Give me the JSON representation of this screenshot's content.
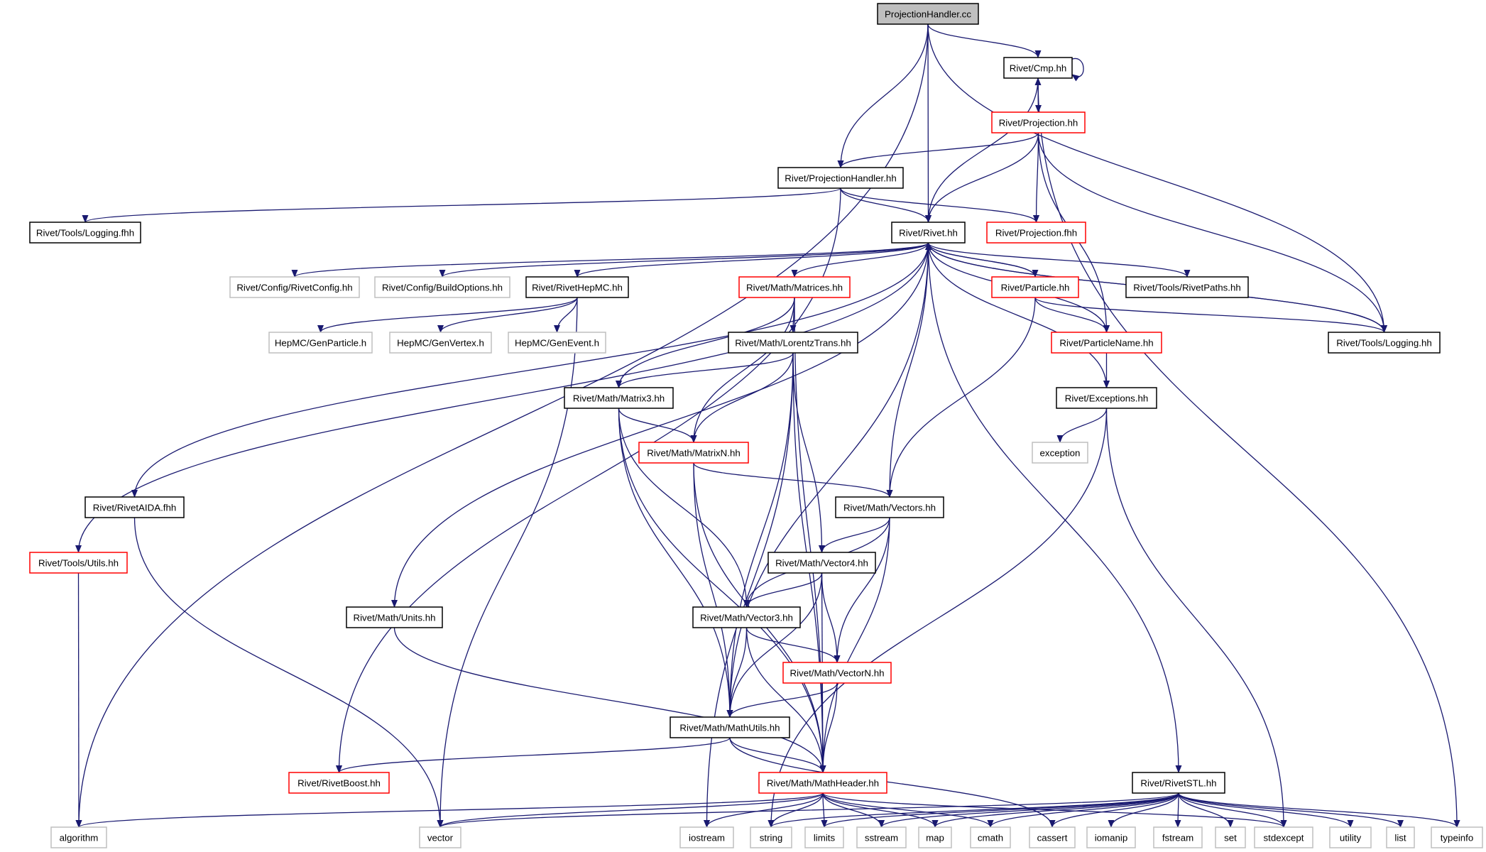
{
  "graph": {
    "colors": {
      "root_fill": "#bfbfbf",
      "edge": "#191970",
      "border_normal": "#000000",
      "border_truncated": "#ff0000",
      "border_external": "#bfbfbf",
      "text": "#000000"
    },
    "nodes": [
      {
        "id": "projectionhandler-cc",
        "label": "ProjectionHandler.cc",
        "kind": "root"
      },
      {
        "id": "rivet-cmp-hh",
        "label": "Rivet/Cmp.hh",
        "kind": "normal"
      },
      {
        "id": "rivet-projection-hh",
        "label": "Rivet/Projection.hh",
        "kind": "truncated"
      },
      {
        "id": "rivet-projectionhandler-hh",
        "label": "Rivet/ProjectionHandler.hh",
        "kind": "normal"
      },
      {
        "id": "rivet-tools-logging-fhh",
        "label": "Rivet/Tools/Logging.fhh",
        "kind": "normal"
      },
      {
        "id": "rivet-rivet-hh",
        "label": "Rivet/Rivet.hh",
        "kind": "normal"
      },
      {
        "id": "rivet-projection-fhh",
        "label": "Rivet/Projection.fhh",
        "kind": "truncated"
      },
      {
        "id": "rivet-config-rivetconfig-hh",
        "label": "Rivet/Config/RivetConfig.hh",
        "kind": "external"
      },
      {
        "id": "rivet-config-buildoptions-hh",
        "label": "Rivet/Config/BuildOptions.hh",
        "kind": "external"
      },
      {
        "id": "rivet-rivethepmc-hh",
        "label": "Rivet/RivetHepMC.hh",
        "kind": "normal"
      },
      {
        "id": "rivet-math-matrices-hh",
        "label": "Rivet/Math/Matrices.hh",
        "kind": "truncated"
      },
      {
        "id": "rivet-particle-hh",
        "label": "Rivet/Particle.hh",
        "kind": "truncated"
      },
      {
        "id": "rivet-tools-rivetpaths-hh",
        "label": "Rivet/Tools/RivetPaths.hh",
        "kind": "normal"
      },
      {
        "id": "rivet-tools-logging-hh",
        "label": "Rivet/Tools/Logging.hh",
        "kind": "normal"
      },
      {
        "id": "hepmc-genparticle-h",
        "label": "HepMC/GenParticle.h",
        "kind": "external"
      },
      {
        "id": "hepmc-genvertex-h",
        "label": "HepMC/GenVertex.h",
        "kind": "external"
      },
      {
        "id": "hepmc-genevent-h",
        "label": "HepMC/GenEvent.h",
        "kind": "external"
      },
      {
        "id": "rivet-math-lorentztrans-hh",
        "label": "Rivet/Math/LorentzTrans.hh",
        "kind": "normal"
      },
      {
        "id": "rivet-particlename-hh",
        "label": "Rivet/ParticleName.hh",
        "kind": "truncated"
      },
      {
        "id": "rivet-math-matrix3-hh",
        "label": "Rivet/Math/Matrix3.hh",
        "kind": "normal"
      },
      {
        "id": "rivet-exceptions-hh",
        "label": "Rivet/Exceptions.hh",
        "kind": "normal"
      },
      {
        "id": "rivet-math-matrixn-hh",
        "label": "Rivet/Math/MatrixN.hh",
        "kind": "truncated"
      },
      {
        "id": "exception",
        "label": "exception",
        "kind": "external"
      },
      {
        "id": "rivet-rivetaida-fhh",
        "label": "Rivet/RivetAIDA.fhh",
        "kind": "normal"
      },
      {
        "id": "rivet-math-vectors-hh",
        "label": "Rivet/Math/Vectors.hh",
        "kind": "normal"
      },
      {
        "id": "rivet-tools-utils-hh",
        "label": "Rivet/Tools/Utils.hh",
        "kind": "truncated"
      },
      {
        "id": "rivet-math-vector4-hh",
        "label": "Rivet/Math/Vector4.hh",
        "kind": "normal"
      },
      {
        "id": "rivet-math-units-hh",
        "label": "Rivet/Math/Units.hh",
        "kind": "normal"
      },
      {
        "id": "rivet-math-vector3-hh",
        "label": "Rivet/Math/Vector3.hh",
        "kind": "normal"
      },
      {
        "id": "rivet-math-vectorn-hh",
        "label": "Rivet/Math/VectorN.hh",
        "kind": "truncated"
      },
      {
        "id": "rivet-math-mathutils-hh",
        "label": "Rivet/Math/MathUtils.hh",
        "kind": "normal"
      },
      {
        "id": "rivet-rivetboost-hh",
        "label": "Rivet/RivetBoost.hh",
        "kind": "truncated"
      },
      {
        "id": "rivet-math-mathheader-hh",
        "label": "Rivet/Math/MathHeader.hh",
        "kind": "truncated"
      },
      {
        "id": "rivet-rivetstl-hh",
        "label": "Rivet/RivetSTL.hh",
        "kind": "normal"
      },
      {
        "id": "algorithm",
        "label": "algorithm",
        "kind": "external"
      },
      {
        "id": "vector",
        "label": "vector",
        "kind": "external"
      },
      {
        "id": "iostream",
        "label": "iostream",
        "kind": "external"
      },
      {
        "id": "string",
        "label": "string",
        "kind": "external"
      },
      {
        "id": "limits",
        "label": "limits",
        "kind": "external"
      },
      {
        "id": "sstream",
        "label": "sstream",
        "kind": "external"
      },
      {
        "id": "map",
        "label": "map",
        "kind": "external"
      },
      {
        "id": "cmath",
        "label": "cmath",
        "kind": "external"
      },
      {
        "id": "cassert",
        "label": "cassert",
        "kind": "external"
      },
      {
        "id": "iomanip",
        "label": "iomanip",
        "kind": "external"
      },
      {
        "id": "fstream",
        "label": "fstream",
        "kind": "external"
      },
      {
        "id": "set",
        "label": "set",
        "kind": "external"
      },
      {
        "id": "stdexcept",
        "label": "stdexcept",
        "kind": "external"
      },
      {
        "id": "utility",
        "label": "utility",
        "kind": "external"
      },
      {
        "id": "list",
        "label": "list",
        "kind": "external"
      },
      {
        "id": "typeinfo",
        "label": "typeinfo",
        "kind": "external"
      }
    ],
    "edges": [
      [
        "projectionhandler-cc",
        "algorithm"
      ],
      [
        "projectionhandler-cc",
        "rivet-cmp-hh"
      ],
      [
        "projectionhandler-cc",
        "rivet-projectionhandler-hh"
      ],
      [
        "projectionhandler-cc",
        "rivet-rivet-hh"
      ],
      [
        "projectionhandler-cc",
        "rivet-tools-logging-hh"
      ],
      [
        "rivet-cmp-hh",
        "rivet-cmp-hh"
      ],
      [
        "rivet-cmp-hh",
        "rivet-projection-hh"
      ],
      [
        "rivet-cmp-hh",
        "rivet-rivet-hh"
      ],
      [
        "rivet-cmp-hh",
        "typeinfo"
      ],
      [
        "rivet-projection-hh",
        "rivet-cmp-hh"
      ],
      [
        "rivet-projection-hh",
        "rivet-projectionhandler-hh"
      ],
      [
        "rivet-projection-hh",
        "rivet-rivet-hh"
      ],
      [
        "rivet-projection-hh",
        "rivet-projection-fhh"
      ],
      [
        "rivet-projection-hh",
        "rivet-particlename-hh"
      ],
      [
        "rivet-projection-hh",
        "rivet-tools-logging-hh"
      ],
      [
        "rivet-projectionhandler-hh",
        "rivet-tools-logging-fhh"
      ],
      [
        "rivet-projectionhandler-hh",
        "rivet-rivet-hh"
      ],
      [
        "rivet-projectionhandler-hh",
        "rivet-projection-fhh"
      ],
      [
        "rivet-projectionhandler-hh",
        "rivet-rivetboost-hh"
      ],
      [
        "rivet-rivet-hh",
        "rivet-config-rivetconfig-hh"
      ],
      [
        "rivet-rivet-hh",
        "rivet-config-buildoptions-hh"
      ],
      [
        "rivet-rivet-hh",
        "rivet-rivethepmc-hh"
      ],
      [
        "rivet-rivet-hh",
        "rivet-math-matrices-hh"
      ],
      [
        "rivet-rivet-hh",
        "rivet-particle-hh"
      ],
      [
        "rivet-rivet-hh",
        "rivet-tools-rivetpaths-hh"
      ],
      [
        "rivet-rivet-hh",
        "rivet-tools-logging-hh"
      ],
      [
        "rivet-rivet-hh",
        "rivet-particlename-hh"
      ],
      [
        "rivet-rivet-hh",
        "rivet-exceptions-hh"
      ],
      [
        "rivet-rivet-hh",
        "rivet-rivetaida-fhh"
      ],
      [
        "rivet-rivet-hh",
        "rivet-tools-utils-hh"
      ],
      [
        "rivet-rivet-hh",
        "rivet-math-units-hh"
      ],
      [
        "rivet-rivet-hh",
        "rivet-math-vectors-hh"
      ],
      [
        "rivet-rivet-hh",
        "rivet-math-mathutils-hh"
      ],
      [
        "rivet-rivet-hh",
        "rivet-rivetstl-hh"
      ],
      [
        "rivet-rivethepmc-hh",
        "hepmc-genparticle-h"
      ],
      [
        "rivet-rivethepmc-hh",
        "hepmc-genvertex-h"
      ],
      [
        "rivet-rivethepmc-hh",
        "hepmc-genevent-h"
      ],
      [
        "rivet-rivethepmc-hh",
        "vector"
      ],
      [
        "rivet-math-matrices-hh",
        "rivet-math-lorentztrans-hh"
      ],
      [
        "rivet-math-matrices-hh",
        "rivet-math-matrix3-hh"
      ],
      [
        "rivet-math-matrices-hh",
        "rivet-math-matrixn-hh"
      ],
      [
        "rivet-math-matrices-hh",
        "rivet-math-mathheader-hh"
      ],
      [
        "rivet-particle-hh",
        "rivet-rivet-hh"
      ],
      [
        "rivet-particle-hh",
        "rivet-particlename-hh"
      ],
      [
        "rivet-particle-hh",
        "rivet-tools-logging-hh"
      ],
      [
        "rivet-particle-hh",
        "rivet-math-vectors-hh"
      ],
      [
        "rivet-tools-logging-hh",
        "rivet-rivet-hh"
      ],
      [
        "rivet-particlename-hh",
        "rivet-exceptions-hh"
      ],
      [
        "rivet-exceptions-hh",
        "exception"
      ],
      [
        "rivet-exceptions-hh",
        "stdexcept"
      ],
      [
        "rivet-exceptions-hh",
        "string"
      ],
      [
        "rivet-math-lorentztrans-hh",
        "rivet-math-matrix3-hh"
      ],
      [
        "rivet-math-lorentztrans-hh",
        "rivet-math-matrixn-hh"
      ],
      [
        "rivet-math-lorentztrans-hh",
        "rivet-math-vector4-hh"
      ],
      [
        "rivet-math-lorentztrans-hh",
        "rivet-math-mathutils-hh"
      ],
      [
        "rivet-math-lorentztrans-hh",
        "rivet-math-mathheader-hh"
      ],
      [
        "rivet-math-lorentztrans-hh",
        "iostream"
      ],
      [
        "rivet-math-matrix3-hh",
        "rivet-math-matrixn-hh"
      ],
      [
        "rivet-math-matrix3-hh",
        "rivet-math-vector3-hh"
      ],
      [
        "rivet-math-matrix3-hh",
        "rivet-math-mathutils-hh"
      ],
      [
        "rivet-math-matrix3-hh",
        "rivet-math-mathheader-hh"
      ],
      [
        "rivet-math-matrixn-hh",
        "rivet-math-vectors-hh"
      ],
      [
        "rivet-math-matrixn-hh",
        "rivet-math-mathutils-hh"
      ],
      [
        "rivet-math-matrixn-hh",
        "rivet-math-mathheader-hh"
      ],
      [
        "rivet-rivetaida-fhh",
        "vector"
      ],
      [
        "rivet-math-vectors-hh",
        "rivet-math-vector4-hh"
      ],
      [
        "rivet-math-vectors-hh",
        "rivet-math-vector3-hh"
      ],
      [
        "rivet-math-vectors-hh",
        "rivet-math-vectorn-hh"
      ],
      [
        "rivet-math-vectors-hh",
        "rivet-math-mathheader-hh"
      ],
      [
        "rivet-tools-utils-hh",
        "algorithm"
      ],
      [
        "rivet-math-vector4-hh",
        "rivet-math-vector3-hh"
      ],
      [
        "rivet-math-vector4-hh",
        "rivet-math-vectorn-hh"
      ],
      [
        "rivet-math-vector4-hh",
        "rivet-math-mathutils-hh"
      ],
      [
        "rivet-math-vector4-hh",
        "rivet-math-mathheader-hh"
      ],
      [
        "rivet-math-units-hh",
        "rivet-math-mathheader-hh"
      ],
      [
        "rivet-math-vector3-hh",
        "rivet-math-vectorn-hh"
      ],
      [
        "rivet-math-vector3-hh",
        "rivet-math-mathutils-hh"
      ],
      [
        "rivet-math-vector3-hh",
        "rivet-math-mathheader-hh"
      ],
      [
        "rivet-math-vectorn-hh",
        "rivet-math-mathutils-hh"
      ],
      [
        "rivet-math-vectorn-hh",
        "rivet-math-mathheader-hh"
      ],
      [
        "rivet-math-mathutils-hh",
        "rivet-rivetboost-hh"
      ],
      [
        "rivet-math-mathutils-hh",
        "rivet-math-mathheader-hh"
      ],
      [
        "rivet-math-mathutils-hh",
        "cassert"
      ],
      [
        "rivet-math-mathheader-hh",
        "algorithm"
      ],
      [
        "rivet-math-mathheader-hh",
        "vector"
      ],
      [
        "rivet-math-mathheader-hh",
        "iostream"
      ],
      [
        "rivet-math-mathheader-hh",
        "string"
      ],
      [
        "rivet-math-mathheader-hh",
        "limits"
      ],
      [
        "rivet-math-mathheader-hh",
        "sstream"
      ],
      [
        "rivet-math-mathheader-hh",
        "map"
      ],
      [
        "rivet-math-mathheader-hh",
        "cmath"
      ],
      [
        "rivet-math-mathheader-hh",
        "stdexcept"
      ],
      [
        "rivet-rivetstl-hh",
        "vector"
      ],
      [
        "rivet-rivetstl-hh",
        "string"
      ],
      [
        "rivet-rivetstl-hh",
        "limits"
      ],
      [
        "rivet-rivetstl-hh",
        "sstream"
      ],
      [
        "rivet-rivetstl-hh",
        "map"
      ],
      [
        "rivet-rivetstl-hh",
        "cmath"
      ],
      [
        "rivet-rivetstl-hh",
        "cassert"
      ],
      [
        "rivet-rivetstl-hh",
        "iomanip"
      ],
      [
        "rivet-rivetstl-hh",
        "fstream"
      ],
      [
        "rivet-rivetstl-hh",
        "set"
      ],
      [
        "rivet-rivetstl-hh",
        "stdexcept"
      ],
      [
        "rivet-rivetstl-hh",
        "utility"
      ],
      [
        "rivet-rivetstl-hh",
        "list"
      ],
      [
        "rivet-rivetstl-hh",
        "typeinfo"
      ]
    ]
  }
}
